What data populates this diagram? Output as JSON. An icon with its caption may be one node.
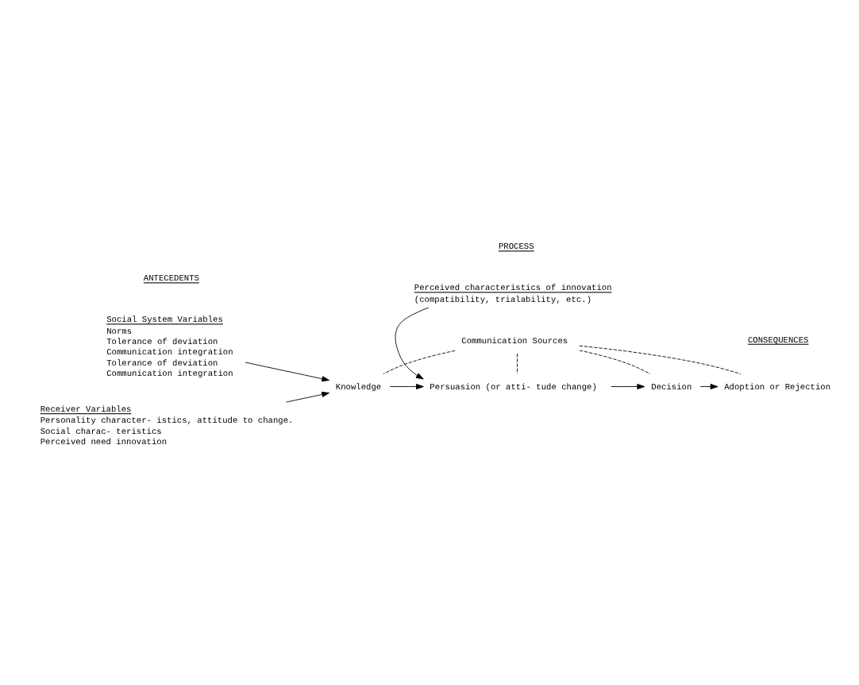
{
  "diagram": {
    "nodes": [
      {
        "text": [
          "Receiver Variables",
          "Personality character- istics, attitude to change.",
          "Social charac- teristics",
          "Perceived need innovation"
        ]
      },
      {
        "text": [
          "Social System Variables",
          "Norms",
          "Tolerance of deviation",
          "Communication integration",
          "Tolerance of deviation",
          "Communication integration"
        ]
      },
      {
        "text": [
          "Communication Sources"
        ]
      },
      {
        "text": [
          "Knowledge"
        ]
      },
      {
        "text": [
          "Persuasion (or atti- tude change)"
        ]
      },
      {
        "text": [
          "Decision"
        ]
      },
      {
        "text": [
          "Adoption or Rejection"
        ]
      },
      {
        "text": [
          "Perceived characteristics of innovation",
          "(compatibility, trialability, etc.)"
        ]
      }
    ],
    "edges": [
      {
        "from": 0,
        "to": 3,
        "arrow": "to"
      },
      {
        "from": 1,
        "to": 3,
        "arrow": "to"
      },
      {
        "from": 2,
        "to": 3,
        "arrow": "none",
        "style": "dashed"
      },
      {
        "from": 2,
        "to": 4,
        "arrow": "none",
        "style": "dashed"
      },
      {
        "from": 2,
        "to": 5,
        "arrow": "none",
        "style": "dashed"
      },
      {
        "from": 2,
        "to": 6,
        "arrow": "none",
        "style": "dashed"
      },
      {
        "from": 3,
        "to": 4,
        "arrow": "to"
      },
      {
        "from": 4,
        "to": 5,
        "arrow": "to"
      },
      {
        "from": 5,
        "to": 6,
        "arrow": "to"
      },
      {
        "from": 7,
        "to": 4,
        "arrow": "to"
      }
    ],
    "labels": [
      "ANTECEDENTS",
      "PROCESS",
      "CONSEQUENCES"
    ]
  }
}
